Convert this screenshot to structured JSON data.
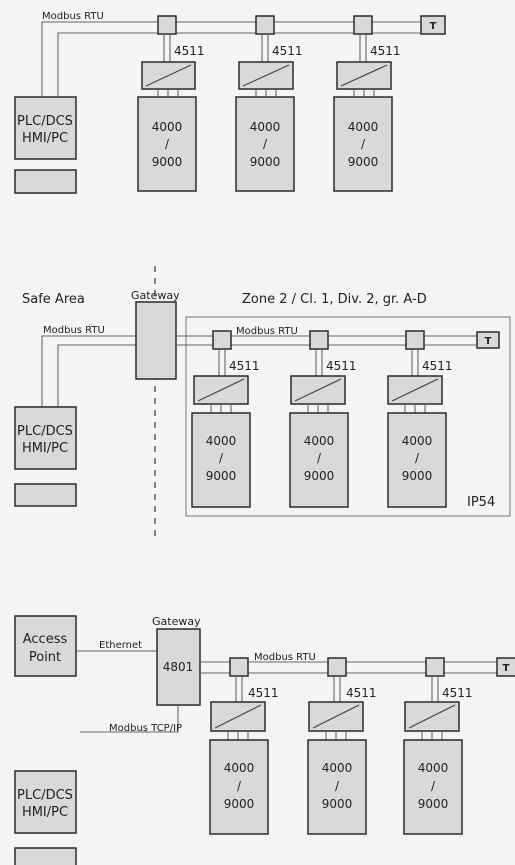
{
  "diagram1": {
    "bus_label": "Modbus RTU",
    "plc": {
      "line1": "PLC/DCS",
      "line2": "HMI/PC"
    },
    "terminator": "T",
    "module_label": "4511",
    "device": {
      "line1": "4000",
      "line2": "/",
      "line3": "9000"
    }
  },
  "diagram2": {
    "safe_area": "Safe Area",
    "gateway_label": "Gateway",
    "zone_label": "Zone 2 / Cl. 1, Div. 2, gr. A-D",
    "bus_left_label": "Modbus RTU",
    "bus_right_label": "Modbus RTU",
    "plc": {
      "line1": "PLC/DCS",
      "line2": "HMI/PC"
    },
    "terminator": "T",
    "module_label": "4511",
    "device": {
      "line1": "4000",
      "line2": "/",
      "line3": "9000"
    },
    "enclosure_label": "IP54"
  },
  "diagram3": {
    "access_point": {
      "line1": "Access",
      "line2": "Point"
    },
    "ethernet_label": "Ethernet",
    "gateway_label": "Gateway",
    "gateway_id": "4801",
    "bus_label": "Modbus RTU",
    "tcp_label": "Modbus TCP/IP",
    "plc": {
      "line1": "PLC/DCS",
      "line2": "HMI/PC"
    },
    "terminator": "T",
    "module_label": "4511",
    "device": {
      "line1": "4000",
      "line2": "/",
      "line3": "9000"
    }
  }
}
